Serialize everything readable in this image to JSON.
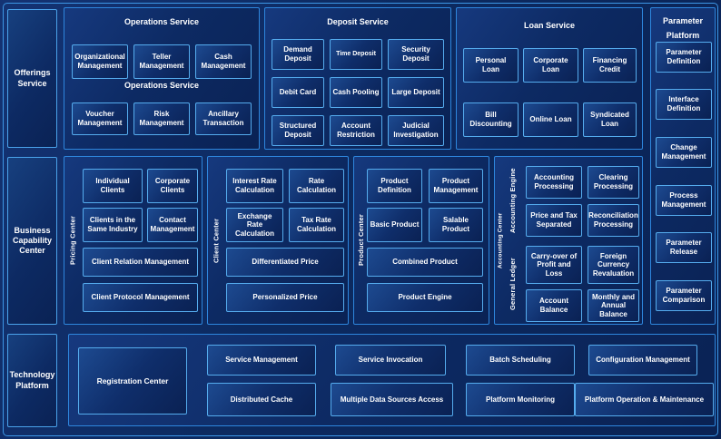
{
  "colors": {
    "background": "#0c2a60",
    "frame_line": "#3d97e6",
    "panel_border": "#2e86dd",
    "box_border": "#55acee",
    "text": "#ffffff"
  },
  "left_column": {
    "offerings": "Offerings Service",
    "business_capability": "Business Capability Center",
    "technology": "Technology Platform"
  },
  "operations": {
    "title": "Operations Service",
    "subtitle": "Operations Service",
    "boxes": [
      "Organizational Management",
      "Teller Management",
      "Cash Management",
      "Voucher Management",
      "Risk Management",
      "Ancillary Transaction"
    ]
  },
  "deposit": {
    "title": "Deposit Service",
    "boxes": [
      "Demand Deposit",
      "Time Deposit",
      "Security Deposit",
      "Debit Card",
      "Cash Pooling",
      "Large Deposit",
      "Structured Deposit",
      "Account Restriction",
      "Judicial Investigation"
    ]
  },
  "loan": {
    "title": "Loan Service",
    "boxes": [
      "Personal Loan",
      "Corporate Loan",
      "Financing Credit",
      "Bill Discounting",
      "Online Loan",
      "Syndicated Loan"
    ]
  },
  "parameter": {
    "title": "Parameter Platform",
    "boxes": [
      "Parameter Definition",
      "Interface Definition",
      "Change Management",
      "Process Management",
      "Parameter Release",
      "Parameter Comparison"
    ]
  },
  "pricing_center": {
    "label": "Pricing Center",
    "boxes": [
      "Individual Clients",
      "Corporate Clients",
      "Clients in the Same Industry",
      "Contact Management"
    ],
    "wide": [
      "Client Relation Management",
      "Client Protocol Management"
    ]
  },
  "client_center": {
    "label": "Client Center",
    "boxes": [
      "Interest Rate Calculation",
      "Rate Calculation",
      "Exchange Rate Calculation",
      "Tax Rate Calculation"
    ],
    "wide": [
      "Differentiated Price",
      "Personalized Price"
    ]
  },
  "product_center": {
    "label": "Product Center",
    "boxes": [
      "Product Definition",
      "Product Management",
      "Basic Product",
      "Salable Product"
    ],
    "wide": [
      "Combined Product",
      "Product Engine"
    ]
  },
  "accounting_center": {
    "label": "Accounting Center",
    "engine_label": "Accounting Engine",
    "ledger_label": "General Ledger",
    "engine_boxes": [
      "Accounting Processing",
      "Clearing Processing",
      "Price and Tax Separated",
      "Reconciliation Processing"
    ],
    "ledger_boxes": [
      "Carry-over of Profit and Loss",
      "Foreign Currency Revaluation",
      "Account Balance",
      "Monthly and Annual Balance"
    ]
  },
  "technology": {
    "registration": "Registration Center",
    "row1": [
      "Service Management",
      "Service Invocation",
      "Batch Scheduling",
      "Configuration Management"
    ],
    "row2": [
      "Distributed Cache",
      "Multiple Data Sources Access",
      "Platform Monitoring",
      "Platform Operation & Maintenance"
    ]
  }
}
